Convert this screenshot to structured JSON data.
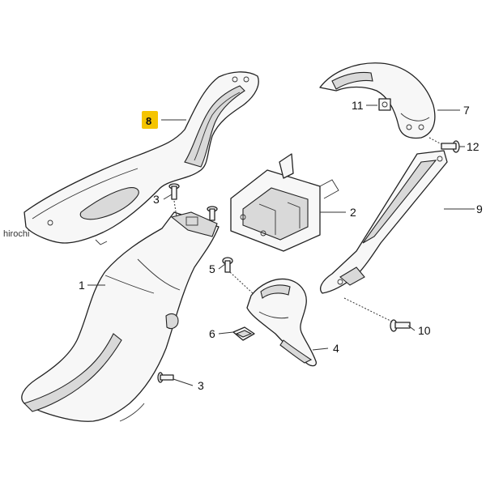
{
  "watermark": "hirochi",
  "highlight_color": "#f5c400",
  "callouts": {
    "c1": "1",
    "c2": "2",
    "c3a": "3",
    "c3b": "3",
    "c4": "4",
    "c5": "5",
    "c6": "6",
    "c7": "7",
    "c8": "8",
    "c9": "9",
    "c10": "10",
    "c11": "11",
    "c12": "12"
  }
}
